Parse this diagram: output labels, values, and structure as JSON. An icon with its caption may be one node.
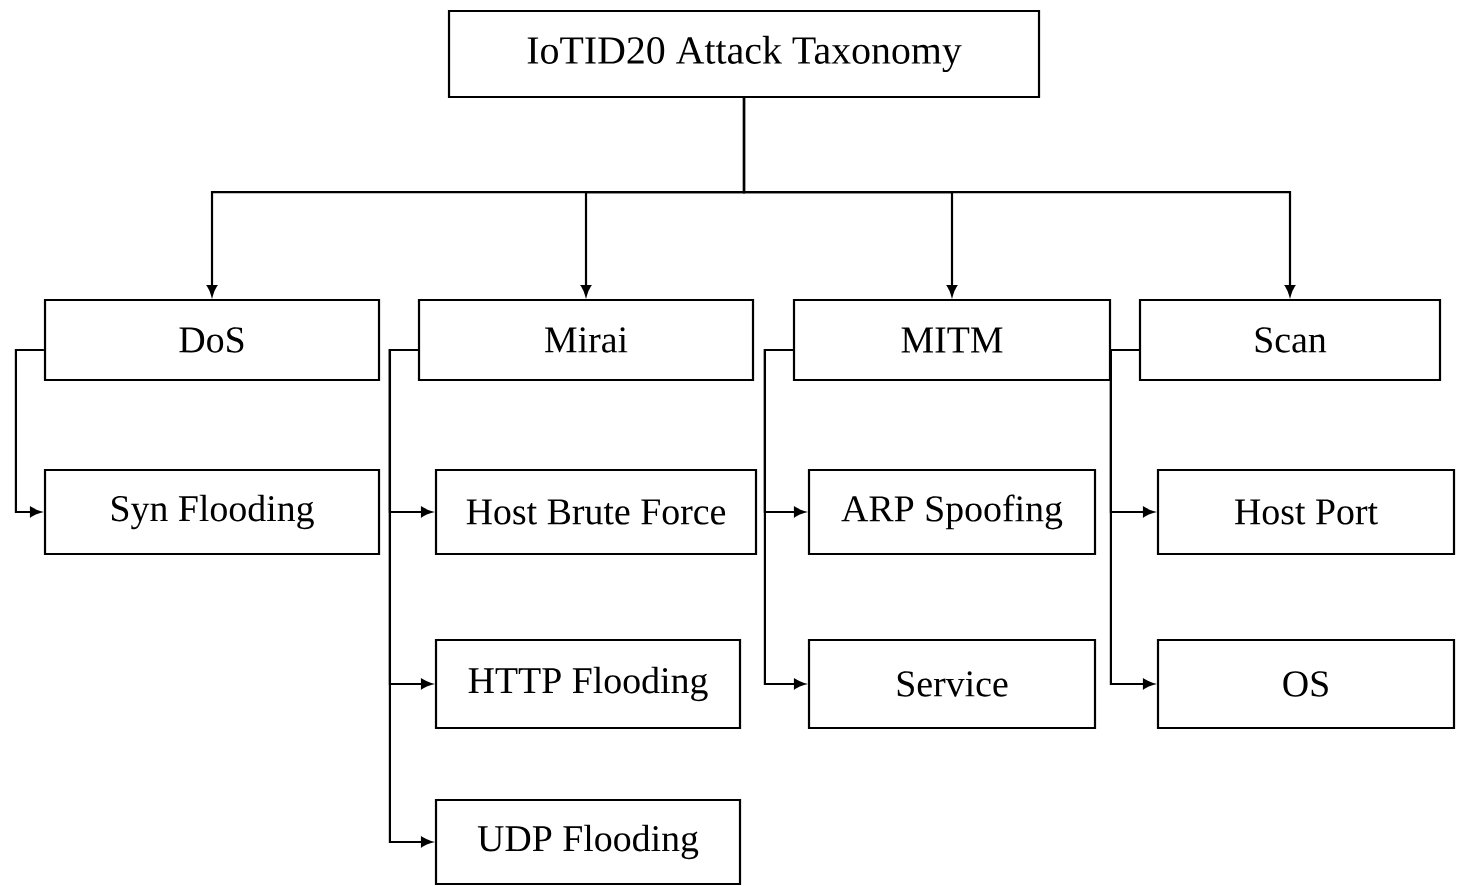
{
  "diagram": {
    "nodes": [
      {
        "text": [
          "IoTID20 Attack Taxonomy"
        ]
      },
      {
        "text": [
          "DoS"
        ]
      },
      {
        "text": [
          "Mirai"
        ]
      },
      {
        "text": [
          "MITM"
        ]
      },
      {
        "text": [
          "Scan"
        ]
      },
      {
        "text": [
          "Syn Flooding"
        ]
      },
      {
        "text": [
          "Host Brute Force"
        ]
      },
      {
        "text": [
          "HTTP Flooding"
        ]
      },
      {
        "text": [
          "UDP Flooding"
        ]
      },
      {
        "text": [
          "ARP Spoofing"
        ]
      },
      {
        "text": [
          "Service"
        ]
      },
      {
        "text": [
          "Host Port"
        ]
      },
      {
        "text": [
          "OS"
        ]
      }
    ],
    "edges": [
      {
        "from": 0,
        "to": 1,
        "arrow": "to"
      },
      {
        "from": 0,
        "to": 2,
        "arrow": "to"
      },
      {
        "from": 0,
        "to": 3,
        "arrow": "to"
      },
      {
        "from": 0,
        "to": 4,
        "arrow": "to"
      },
      {
        "from": 1,
        "to": 5,
        "arrow": "to"
      },
      {
        "from": 2,
        "to": 6,
        "arrow": "to"
      },
      {
        "from": 2,
        "to": 7,
        "arrow": "to"
      },
      {
        "from": 2,
        "to": 8,
        "arrow": "to"
      },
      {
        "from": 3,
        "to": 9,
        "arrow": "to"
      },
      {
        "from": 3,
        "to": 10,
        "arrow": "to"
      },
      {
        "from": 4,
        "to": 11,
        "arrow": "to"
      },
      {
        "from": 4,
        "to": 12,
        "arrow": "to"
      }
    ]
  }
}
